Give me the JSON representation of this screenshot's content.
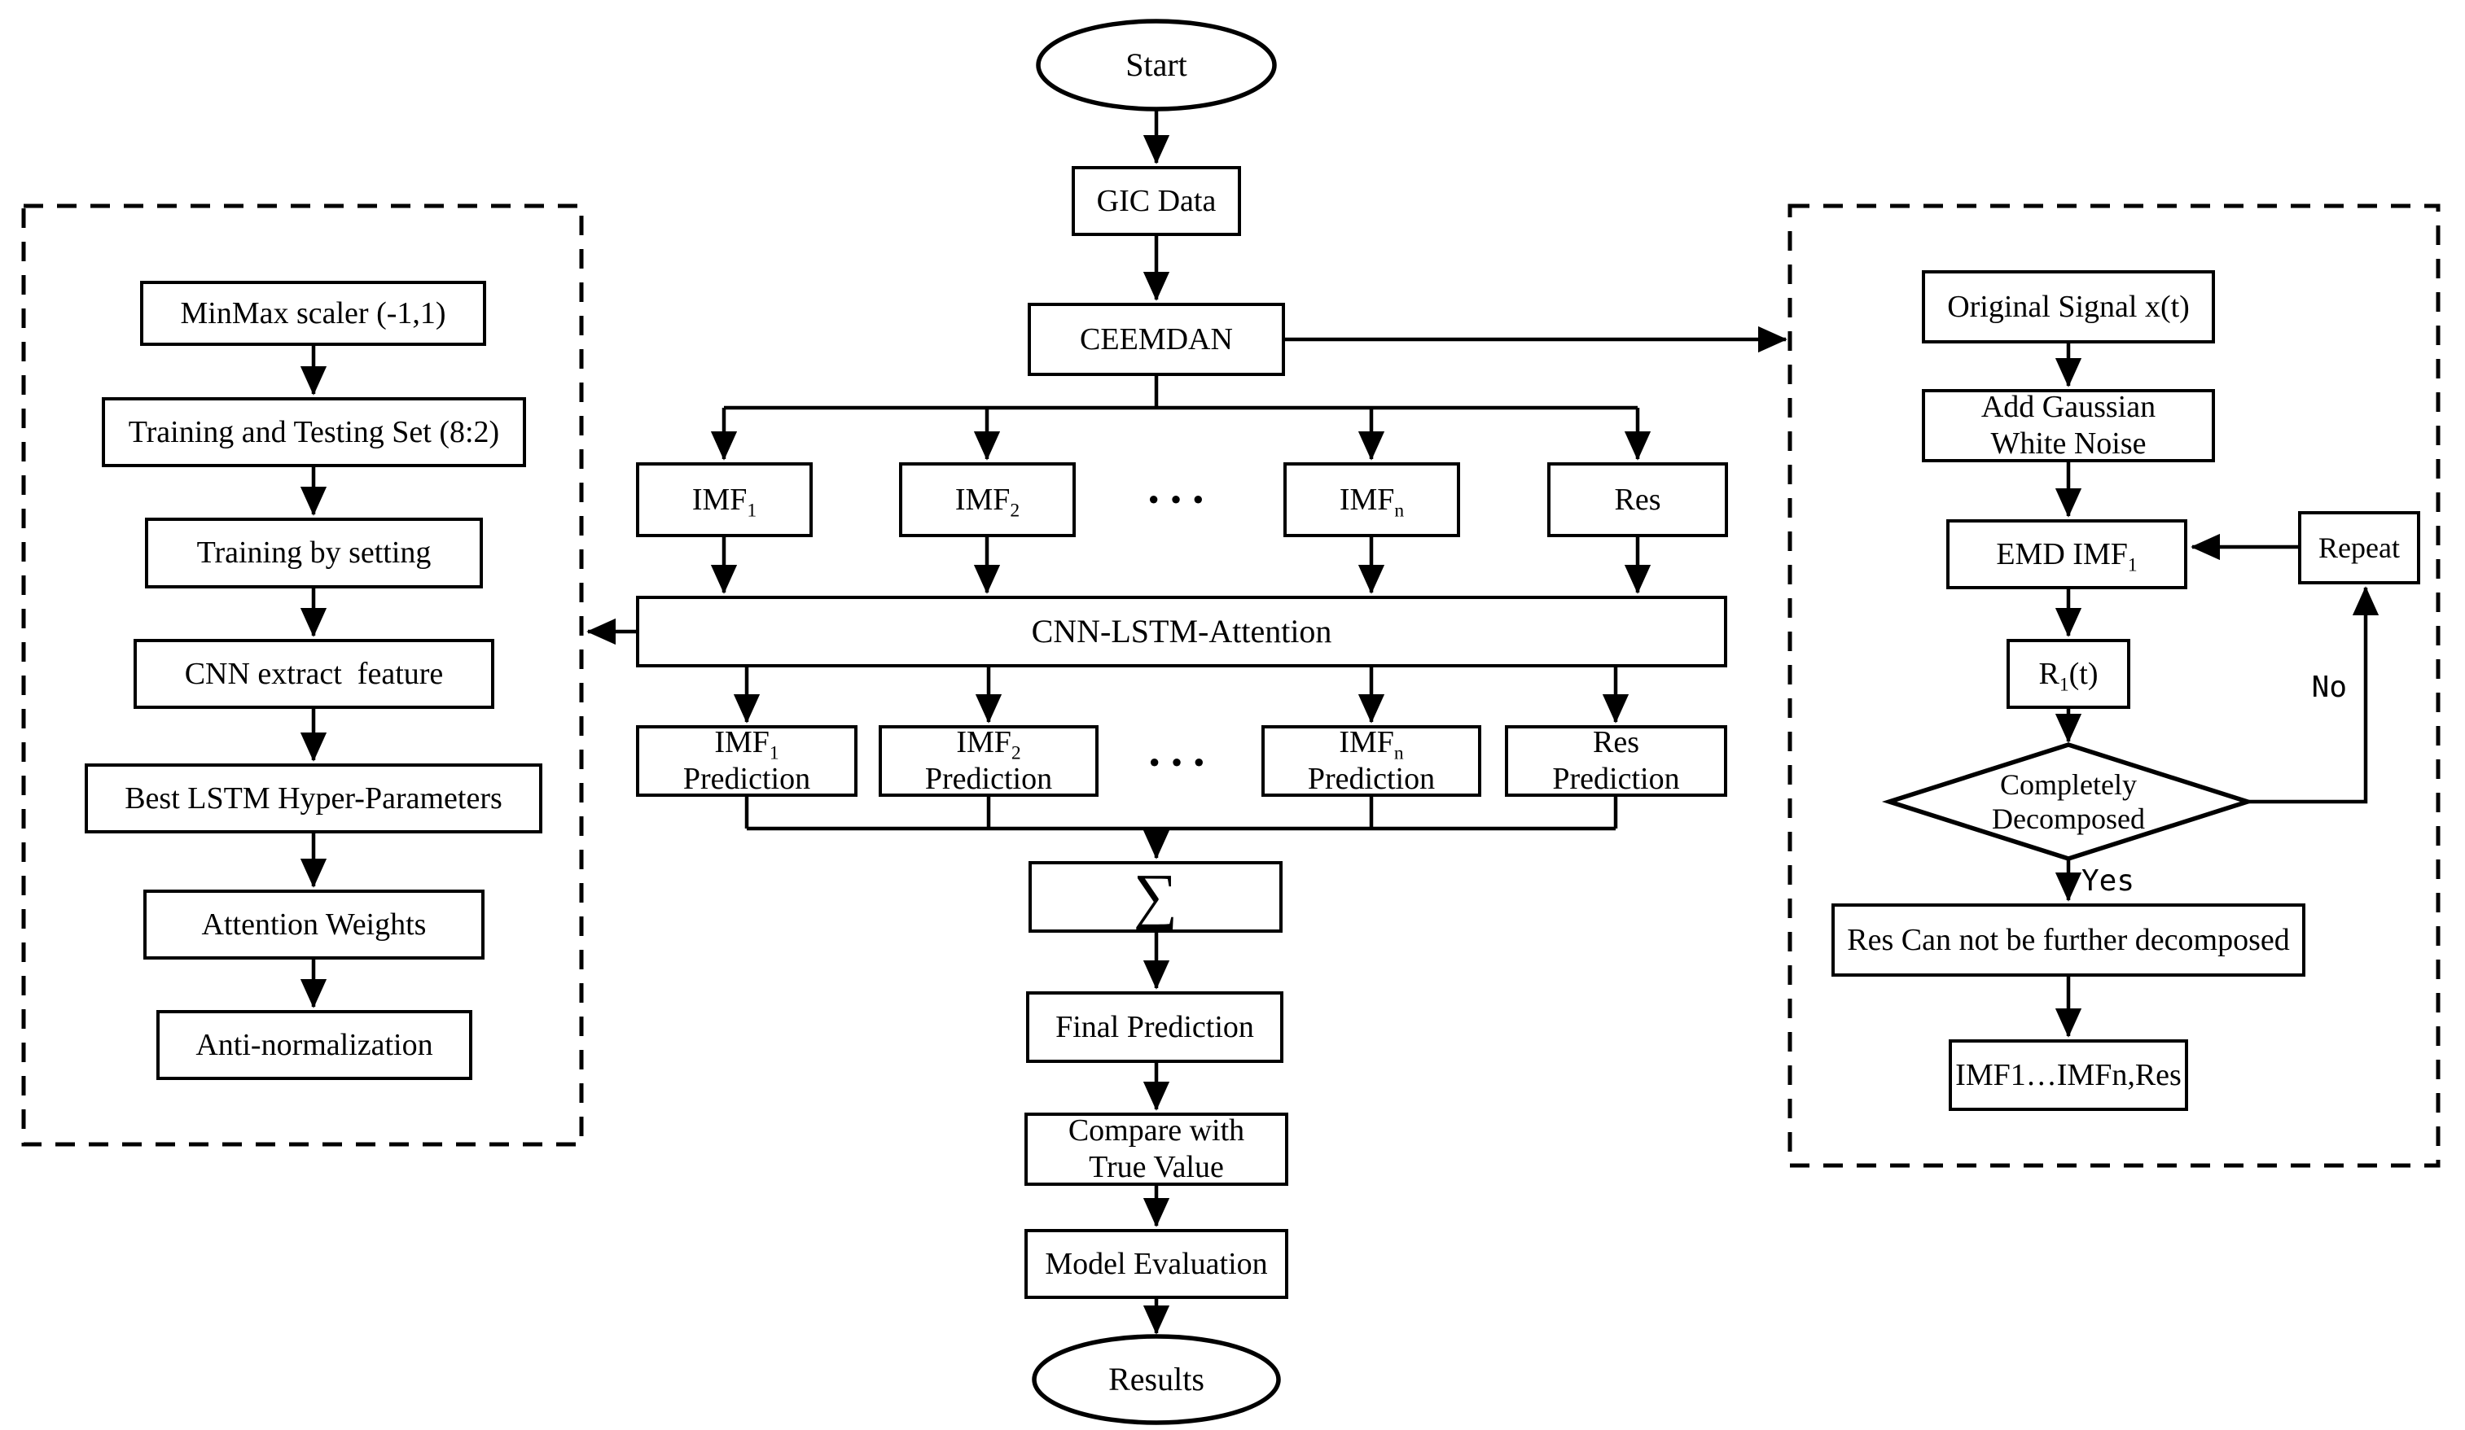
{
  "colors": {
    "line": "#000000",
    "background": "#ffffff"
  },
  "panels": {
    "left": {
      "items": [
        "MinMax scaler (-1,1)",
        "Training and Testing Set (8:2)",
        "Training by setting",
        "CNN extract  feature",
        "Best LSTM Hyper-Parameters",
        "Attention Weights",
        "Anti-normalization"
      ]
    },
    "right": {
      "original_signal": "Original Signal x(t)",
      "add_noise": {
        "line1": "Add Gaussian",
        "line2": "White Noise"
      },
      "emd_imf": {
        "base": "EMD IMF",
        "sub": "1"
      },
      "repeat": "Repeat",
      "r1": {
        "base": "R",
        "sub": "1",
        "suffix": "(t)"
      },
      "decision": {
        "line1": "Completely",
        "line2": "Decomposed"
      },
      "yes": "Yes",
      "no": "No",
      "res_cannot": "Res Can not be further decomposed",
      "imf_list": "IMF1…IMFn,Res"
    }
  },
  "center": {
    "start": "Start",
    "gic": "GIC Data",
    "ceemdan": "CEEMDAN",
    "dots": "···",
    "imfs": [
      {
        "base": "IMF",
        "sub": "1"
      },
      {
        "base": "IMF",
        "sub": "2"
      },
      {
        "base": "IMF",
        "sub": "n"
      }
    ],
    "res": "Res",
    "cnn": "CNN-LSTM-Attention",
    "predictions": [
      {
        "base": "IMF",
        "sub": "1",
        "line2": "Prediction"
      },
      {
        "base": "IMF",
        "sub": "2",
        "line2": "Prediction"
      },
      {
        "base": "IMF",
        "sub": "n",
        "line2": "Prediction"
      }
    ],
    "res_prediction": {
      "line1": "Res",
      "line2": "Prediction"
    },
    "sum": "∑",
    "final": "Final Prediction",
    "compare": {
      "line1": "Compare with",
      "line2": "True Value"
    },
    "evaluation": "Model Evaluation",
    "results": "Results"
  }
}
